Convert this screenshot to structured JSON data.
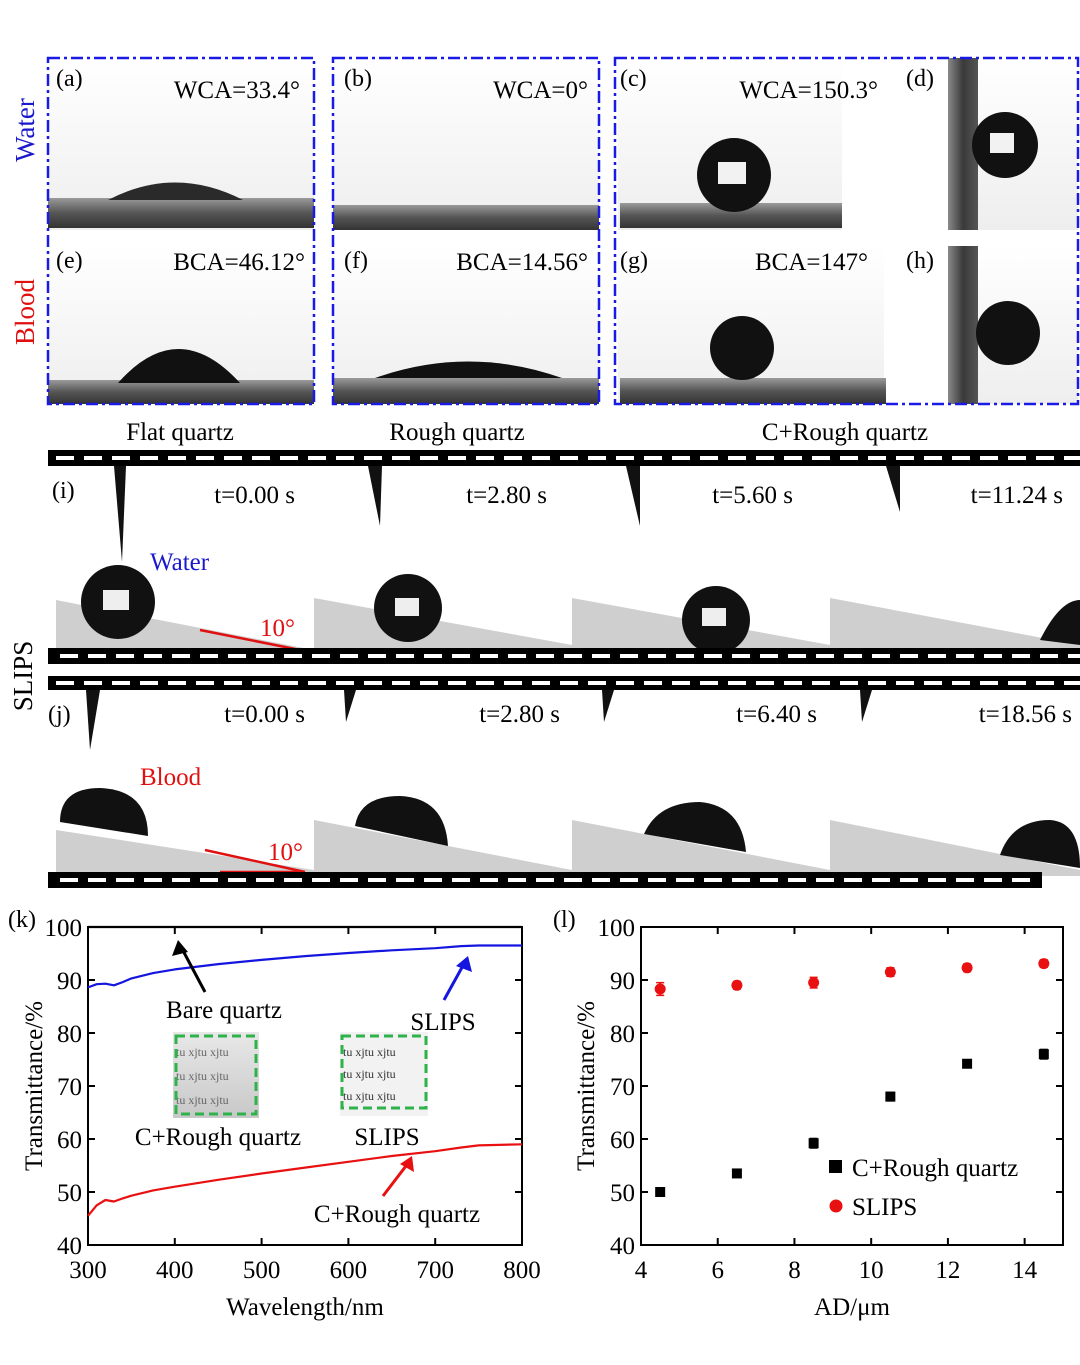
{
  "row_labels": {
    "water": "Water",
    "blood": "Blood",
    "slips": "SLIPS"
  },
  "static_panels": [
    {
      "letter": "(a)",
      "measure": "WCA=33.4°"
    },
    {
      "letter": "(b)",
      "measure": "WCA=0°"
    },
    {
      "letter": "(c)",
      "measure": "WCA=150.3°"
    },
    {
      "letter": "(d)",
      "measure": ""
    },
    {
      "letter": "(e)",
      "measure": "BCA=46.12°"
    },
    {
      "letter": "(f)",
      "measure": "BCA=14.56°"
    },
    {
      "letter": "(g)",
      "measure": "BCA=147°"
    },
    {
      "letter": "(h)",
      "measure": ""
    }
  ],
  "column_labels": [
    "Flat quartz",
    "Rough quartz",
    "C+Rough quartz"
  ],
  "sliding": [
    {
      "letter": "(i)",
      "liquid": "Water",
      "angle": "10°",
      "times": [
        "t=0.00 s",
        "t=2.80 s",
        "t=5.60 s",
        "t=11.24 s"
      ]
    },
    {
      "letter": "(j)",
      "liquid": "Blood",
      "angle": "10°",
      "times": [
        "t=0.00 s",
        "t=2.80 s",
        "t=6.40 s",
        "t=18.56 s"
      ]
    }
  ],
  "colors": {
    "frame": "#1a1ae6",
    "water_text": "#1a1acc",
    "blood_text": "#e01010",
    "bare": "#000000",
    "slips": "#1515e0",
    "crough": "#e81010",
    "inset_border": "#2db34a"
  },
  "insets": [
    {
      "caption": "C+Rough quartz",
      "lines": [
        "tu xjtu xjtu",
        "tu xjtu xjtu",
        "tu xjtu xjtu"
      ]
    },
    {
      "caption": "SLIPS",
      "lines": [
        "tu xjtu xjtu",
        "tu xjtu xjtu",
        "tu xjtu xjtu"
      ]
    }
  ],
  "chart_data": [
    {
      "panel": "(k)",
      "type": "line",
      "xlabel": "Wavelength/nm",
      "ylabel": "Transmittance/%",
      "xlim": [
        300,
        800
      ],
      "ylim": [
        40,
        100
      ],
      "xticks": [
        300,
        400,
        500,
        600,
        700,
        800
      ],
      "yticks": [
        40,
        50,
        60,
        70,
        80,
        90,
        100
      ],
      "grid": false,
      "x": [
        300,
        310,
        320,
        330,
        340,
        350,
        375,
        400,
        450,
        500,
        550,
        600,
        650,
        700,
        730,
        750,
        800
      ],
      "series": [
        {
          "name": "Bare quartz",
          "values": [
            100.0,
            100.0,
            100.0,
            100.0,
            100.0,
            100.0,
            100.0,
            100.0,
            100.0,
            100.0,
            100.0,
            100.0,
            100.0,
            100.0,
            100.0,
            100.0,
            100.0
          ]
        },
        {
          "name": "SLIPS",
          "values": [
            88.6,
            89.2,
            89.3,
            89.0,
            89.6,
            90.3,
            91.3,
            92.0,
            93.0,
            93.8,
            94.5,
            95.1,
            95.6,
            96.0,
            96.4,
            96.5,
            96.5
          ]
        },
        {
          "name": "C+Rough quartz",
          "values": [
            45.5,
            47.5,
            48.5,
            48.2,
            48.8,
            49.3,
            50.3,
            51.0,
            52.3,
            53.5,
            54.6,
            55.7,
            56.8,
            57.7,
            58.4,
            58.8,
            59.0
          ]
        }
      ]
    },
    {
      "panel": "(l)",
      "type": "scatter",
      "xlabel": "AD/μm",
      "ylabel": "Transmittance/%",
      "xlim": [
        4,
        15
      ],
      "ylim": [
        40,
        100
      ],
      "xticks": [
        4,
        6,
        8,
        10,
        12,
        14
      ],
      "yticks": [
        40,
        50,
        60,
        70,
        80,
        90,
        100
      ],
      "grid": false,
      "legend_position": "lower-right",
      "x": [
        4.5,
        6.5,
        8.5,
        10.5,
        12.5,
        14.5
      ],
      "series": [
        {
          "name": "C+Rough quartz",
          "marker": "square",
          "values": [
            50.0,
            53.5,
            59.2,
            68.0,
            74.2,
            76.0
          ],
          "errors": [
            0.7,
            0.7,
            0.9,
            0.8,
            0.6,
            0.9
          ]
        },
        {
          "name": "SLIPS",
          "marker": "circle",
          "values": [
            88.3,
            89.0,
            89.5,
            91.5,
            92.3,
            93.1
          ],
          "errors": [
            1.2,
            0.7,
            1.0,
            0.8,
            0.7,
            0.7
          ]
        }
      ]
    }
  ]
}
